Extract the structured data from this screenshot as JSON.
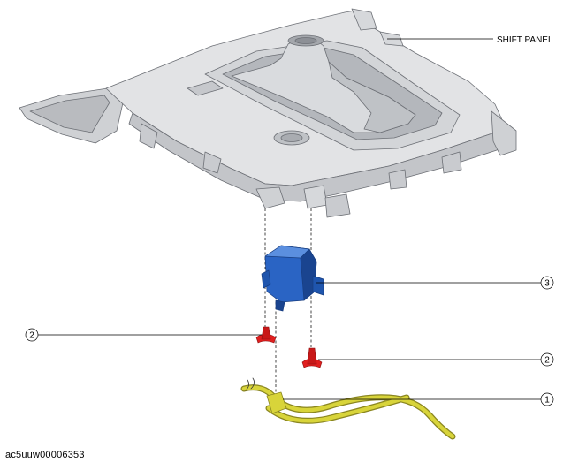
{
  "labels": {
    "shift_panel": "SHIFT PANEL",
    "callout_1": "1",
    "callout_2_left": "2",
    "callout_2_right": "2",
    "callout_3": "3"
  },
  "figure_id": "ac5uuw00006353",
  "colors": {
    "panel_fill": "#e2e3e5",
    "panel_shade": "#c3c5c9",
    "panel_dark": "#8d9096",
    "switch_blue": "#2a64c4",
    "switch_blue_dark": "#1a448f",
    "clip_red": "#e01f1f",
    "harness_yellow": "#d8d43a",
    "harness_edge": "#8a8620",
    "line": "#000000"
  },
  "components": [
    {
      "callout": "1",
      "part": "wiring-harness-connector"
    },
    {
      "callout": "2",
      "part": "push-clip"
    },
    {
      "callout": "3",
      "part": "switch-module"
    }
  ]
}
